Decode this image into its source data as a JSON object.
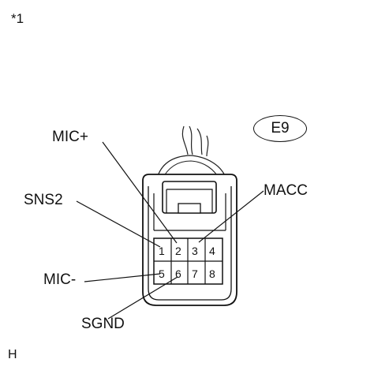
{
  "corner_note": "*1",
  "footer_code": "H",
  "connector": {
    "id": "E9",
    "pins_top": [
      "1",
      "2",
      "3",
      "4"
    ],
    "pins_bottom": [
      "5",
      "6",
      "7",
      "8"
    ]
  },
  "labels": {
    "mic_plus": "MIC+",
    "sns2": "SNS2",
    "macc": "MACC",
    "mic_minus": "MIC-",
    "sgnd": "SGND"
  }
}
